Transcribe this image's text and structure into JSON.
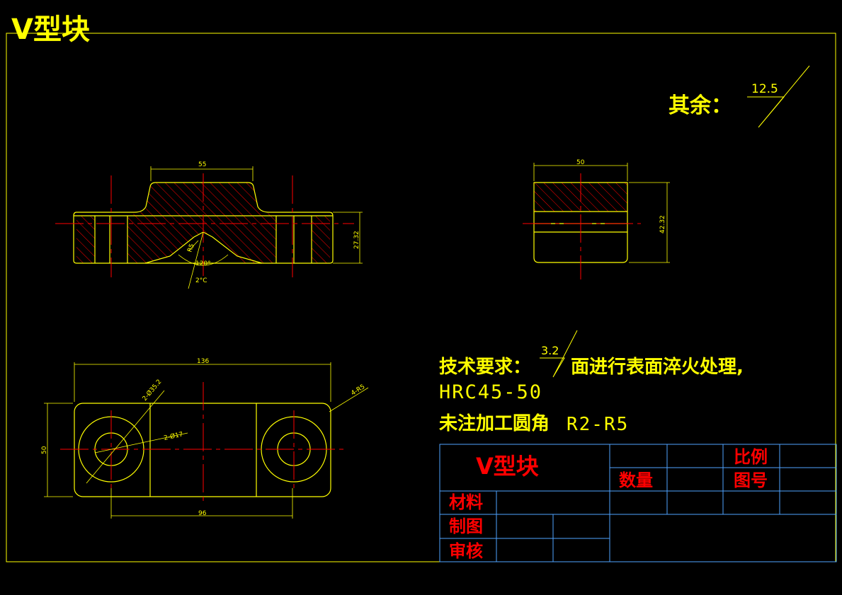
{
  "drawing": {
    "title": "V型块",
    "colors": {
      "background": "#000000",
      "outline": "#ffff00",
      "centerline": "#ff0000",
      "hatch": "#ff0000",
      "text": "#ffff00",
      "table_grid": "#4fa3ff",
      "table_text": "#ff0000"
    }
  },
  "roughness_other": {
    "label": "其余：",
    "value": "12.5"
  },
  "front_view": {
    "dims": {
      "top_width": "55",
      "height": "27.32",
      "radius": "R5",
      "angle": "120°",
      "groove": "2°C"
    }
  },
  "side_view": {
    "dims": {
      "width": "50",
      "height": "42.32"
    }
  },
  "plan_view": {
    "dims": {
      "overall_length": "136",
      "width": "50",
      "hole_spacing": "96",
      "counterbore": "2-Ø35.2",
      "hole": "2-Ø17",
      "corner_radius": "4-R5"
    }
  },
  "tech_requirements": {
    "label": "技术要求：",
    "roughness_value": "3.2",
    "line1_rest": "面进行表面淬火处理,",
    "line2": "HRC45-50",
    "line3_cn": "未注加工圆角",
    "line3_code": "R2-R5"
  },
  "title_block": {
    "part_name": "V型块",
    "quantity_label": "数量",
    "scale_label": "比例",
    "drawing_no_label": "图号",
    "material_label": "材料",
    "drawn_by_label": "制图",
    "checked_by_label": "审核"
  }
}
